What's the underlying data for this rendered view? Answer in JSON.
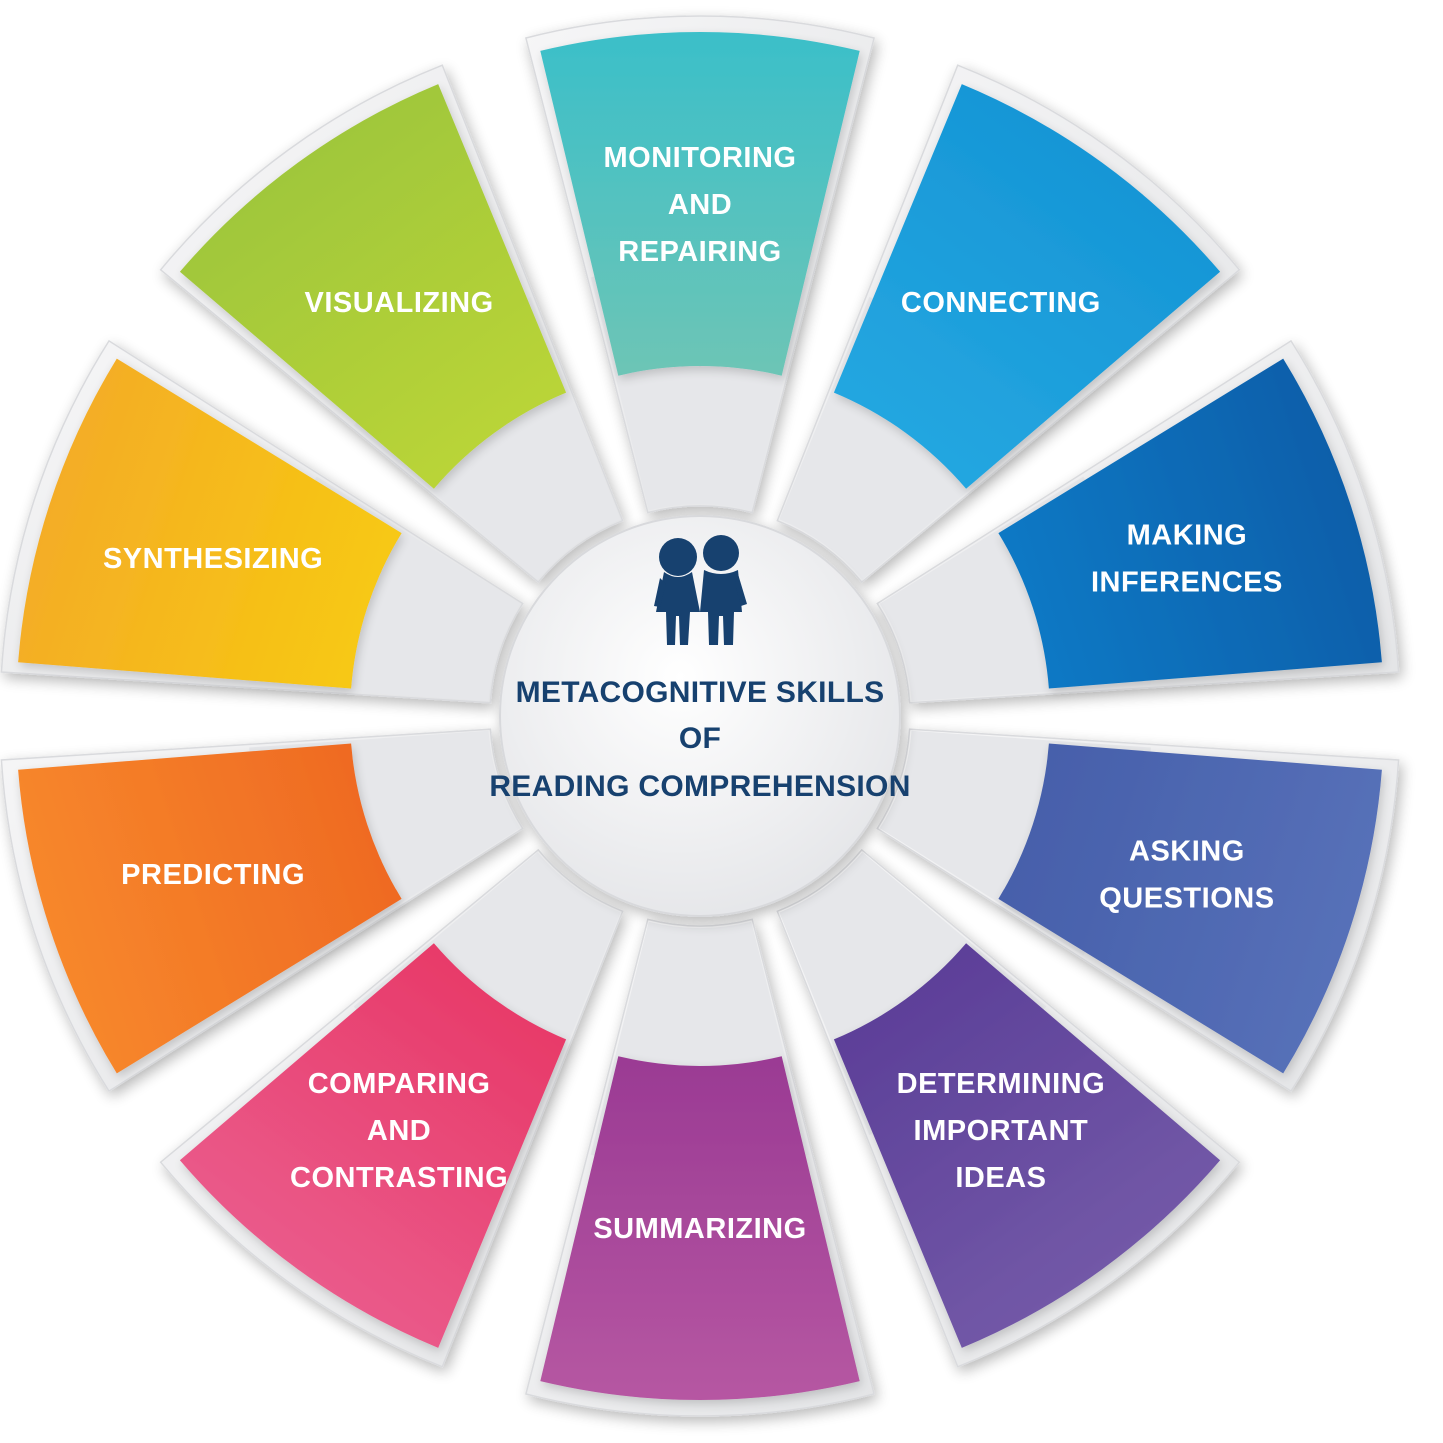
{
  "center": {
    "title_lines": [
      "METACOGNITIVE SKILLS",
      "OF",
      "READING COMPREHENSION"
    ],
    "icon": "children-icon",
    "title_color": "#17416f"
  },
  "segments": [
    {
      "id": "monitoring",
      "lines": [
        "MONITORING",
        "AND",
        "REPAIRING"
      ],
      "colors": [
        "#3bbfc9",
        "#6cc5b6"
      ]
    },
    {
      "id": "connecting",
      "lines": [
        "CONNECTING"
      ],
      "colors": [
        "#1696d6",
        "#24a6e0"
      ]
    },
    {
      "id": "making-inferences",
      "lines": [
        "MAKING",
        "INFERENCES"
      ],
      "colors": [
        "#0c5faa",
        "#0e78c4"
      ]
    },
    {
      "id": "asking-questions",
      "lines": [
        "ASKING",
        "QUESTIONS"
      ],
      "colors": [
        "#5670b8",
        "#4760ab"
      ]
    },
    {
      "id": "determining",
      "lines": [
        "DETERMINING",
        "IMPORTANT",
        "IDEAS"
      ],
      "colors": [
        "#7258a7",
        "#5d4099"
      ]
    },
    {
      "id": "summarizing",
      "lines": [
        "SUMMARIZING"
      ],
      "colors": [
        "#b657a2",
        "#9b3b94"
      ]
    },
    {
      "id": "comparing",
      "lines": [
        "COMPARING",
        "AND",
        "CONTRASTING"
      ],
      "colors": [
        "#ea5a8a",
        "#e83b6a"
      ]
    },
    {
      "id": "predicting",
      "lines": [
        "PREDICTING"
      ],
      "colors": [
        "#f7872b",
        "#ef6b23"
      ]
    },
    {
      "id": "synthesizing",
      "lines": [
        "SYNTHESIZING"
      ],
      "colors": [
        "#f4ad26",
        "#f7c812"
      ]
    },
    {
      "id": "visualizing",
      "lines": [
        "VISUALIZING"
      ],
      "colors": [
        "#a0c73b",
        "#b9d437"
      ]
    }
  ]
}
